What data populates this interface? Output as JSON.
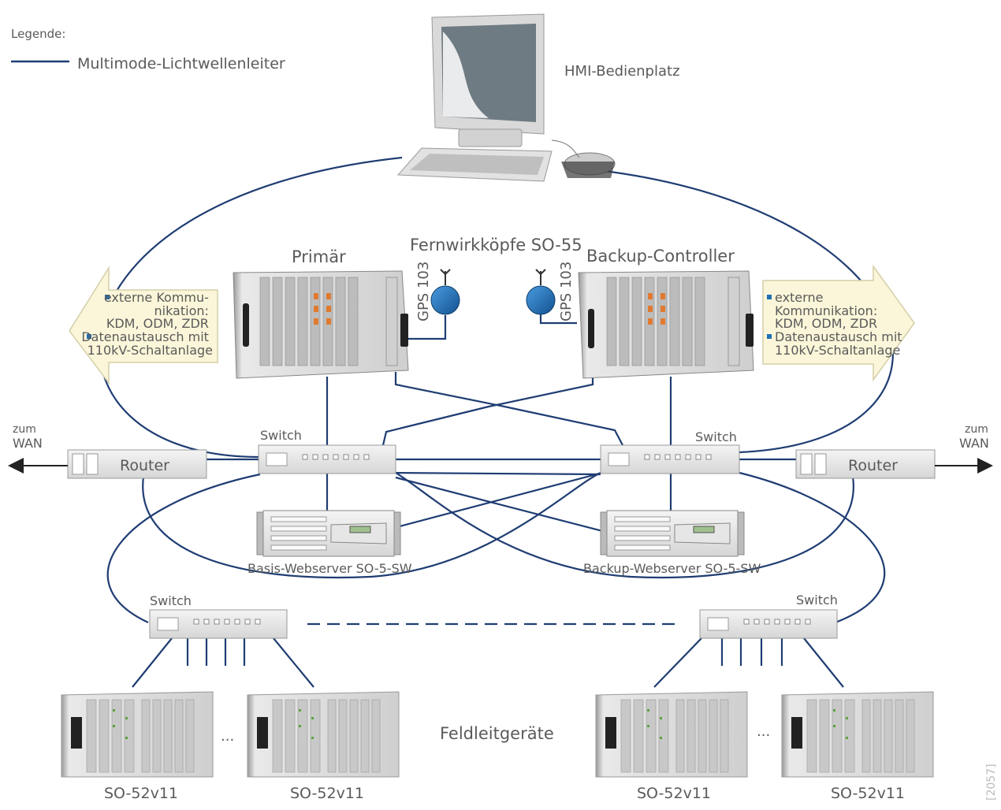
{
  "legend": {
    "title": "Legende:",
    "line_label": "Multimode-Lichtwellenleiter",
    "line_color": "#1f3d73"
  },
  "hmi": {
    "label": "HMI-Bedienplatz"
  },
  "head": {
    "title": "Fernwirkköpfe SO-55",
    "primary_label": "Primär",
    "backup_label": "Backup-Controller",
    "gps_label": "GPS 103"
  },
  "ext_left": {
    "line1": "externe Kommu-",
    "line2": "nikation:",
    "line3": "KDM, ODM, ZDR",
    "line4": "Datenaustausch mit",
    "line5": "110kV-Schaltanlage"
  },
  "ext_right": {
    "line1": "externe",
    "line2": "Kommunikation:",
    "line3": "KDM, ODM, ZDR",
    "line4": "Datenaustausch mit",
    "line5": "110kV-Schaltanlage"
  },
  "network": {
    "switch_label": "Switch",
    "router_label": "Router",
    "wan_line1": "zum",
    "wan_line2": "WAN"
  },
  "servers": {
    "basis": "Basis-Webserver SO-5-SW",
    "backup": "Backup-Webserver SO-5-SW"
  },
  "field": {
    "label": "Feldleitgeräte",
    "device": "SO-52v11",
    "ellipsis": "..."
  },
  "footer": {
    "code": "[2057]"
  },
  "colors": {
    "fiber": "#1f3d73",
    "gps": "#1f6fb5",
    "arrow_fill": "#fbf6d9"
  }
}
